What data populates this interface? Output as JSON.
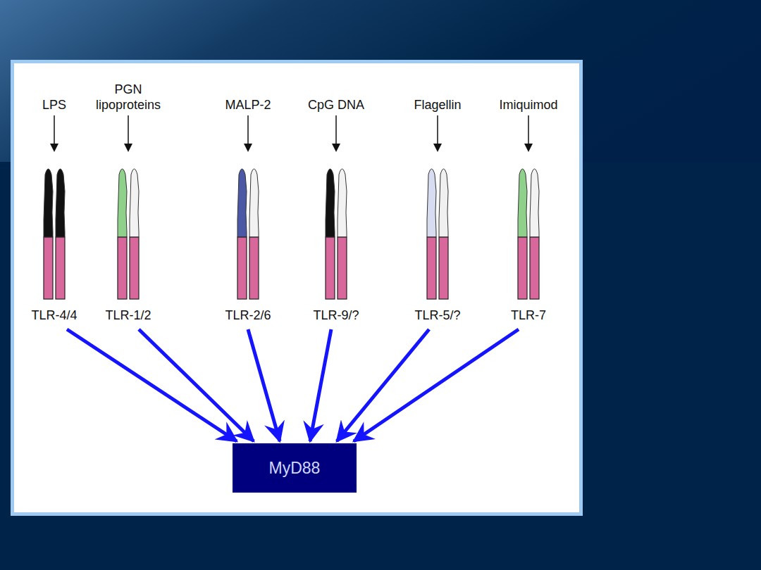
{
  "diagram": {
    "nodes": [
      {
        "text": [
          "LPS",
          "TLR-4/4"
        ]
      },
      {
        "text": [
          "PGN lipoproteins",
          "TLR-1/2"
        ]
      },
      {
        "text": [
          "MALP-2",
          "TLR-2/6"
        ]
      },
      {
        "text": [
          "CpG DNA",
          "TLR-9/?"
        ]
      },
      {
        "text": [
          "Flagellin",
          "TLR-5/?"
        ]
      },
      {
        "text": [
          "Imiquimod",
          "TLR-7"
        ]
      },
      {
        "text": [
          "MyD88"
        ]
      }
    ],
    "edges": [
      {
        "from": 0,
        "to": 6,
        "arrow": "to"
      },
      {
        "from": 1,
        "to": 6,
        "arrow": "to"
      },
      {
        "from": 2,
        "to": 6,
        "arrow": "to"
      },
      {
        "from": 3,
        "to": 6,
        "arrow": "to"
      },
      {
        "from": 4,
        "to": 6,
        "arrow": "to"
      },
      {
        "from": 5,
        "to": 6,
        "arrow": "to"
      }
    ]
  }
}
